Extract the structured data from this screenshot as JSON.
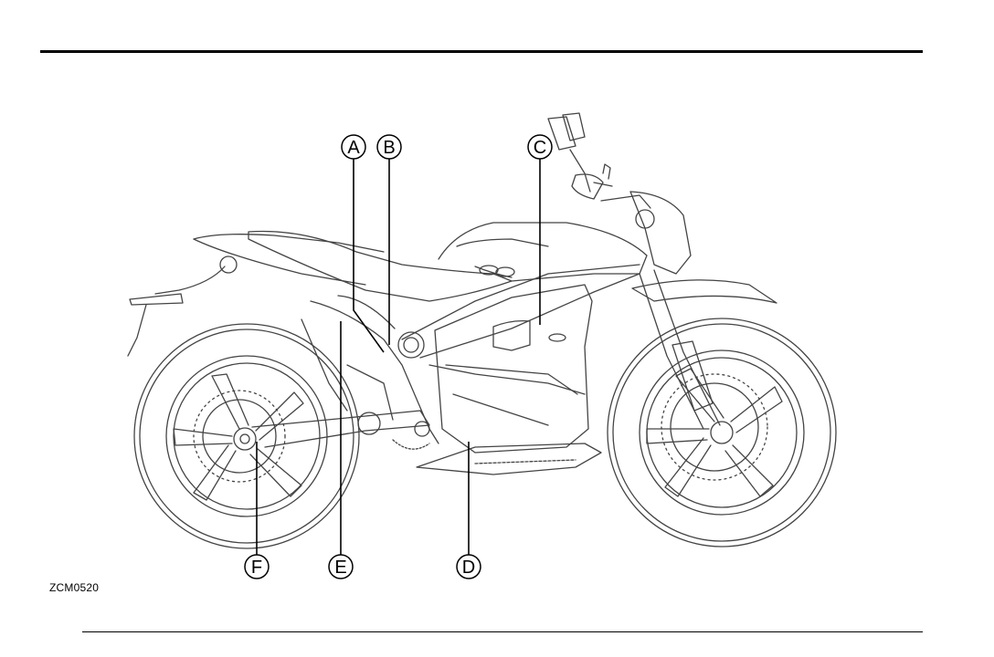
{
  "figure_code": "ZCM0520",
  "callouts": [
    {
      "id": "A",
      "letter": "A"
    },
    {
      "id": "B",
      "letter": "B"
    },
    {
      "id": "C",
      "letter": "C"
    },
    {
      "id": "D",
      "letter": "D"
    },
    {
      "id": "E",
      "letter": "E"
    },
    {
      "id": "F",
      "letter": "F"
    }
  ],
  "illustration": "motorcycle-side-view-line-drawing",
  "colors": {
    "line": "#000000",
    "outline": "#444444",
    "background": "#ffffff"
  }
}
